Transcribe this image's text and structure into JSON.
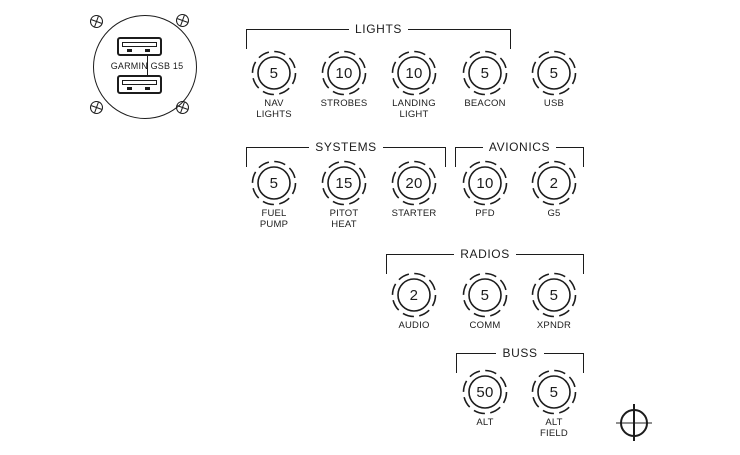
{
  "colors": {
    "line": "#1c1c1c",
    "center_mark_secondary": "#8f8f8f",
    "background": "#ffffff"
  },
  "device": {
    "label": "GARMIN GSB 15"
  },
  "panel": {
    "groups": [
      {
        "title": "LIGHTS",
        "breakers": [
          {
            "amps": "5",
            "label": "NAV\nLIGHTS"
          },
          {
            "amps": "10",
            "label": "STROBES"
          },
          {
            "amps": "10",
            "label": "LANDING\nLIGHT"
          },
          {
            "amps": "5",
            "label": "BEACON"
          }
        ]
      },
      {
        "title": "SYSTEMS",
        "breakers": [
          {
            "amps": "5",
            "label": "FUEL\nPUMP"
          },
          {
            "amps": "15",
            "label": "PITOT\nHEAT"
          },
          {
            "amps": "20",
            "label": "STARTER"
          }
        ]
      },
      {
        "title": "AVIONICS",
        "breakers": [
          {
            "amps": "10",
            "label": "PFD"
          },
          {
            "amps": "2",
            "label": "G5"
          }
        ]
      },
      {
        "title": "RADIOS",
        "breakers": [
          {
            "amps": "2",
            "label": "AUDIO"
          },
          {
            "amps": "5",
            "label": "COMM"
          },
          {
            "amps": "5",
            "label": "XPNDR"
          }
        ]
      },
      {
        "title": "BUSS",
        "breakers": [
          {
            "amps": "50",
            "label": "ALT"
          },
          {
            "amps": "5",
            "label": "ALT\nFIELD"
          }
        ]
      }
    ],
    "ungrouped": [
      {
        "amps": "5",
        "label": "USB"
      }
    ]
  }
}
